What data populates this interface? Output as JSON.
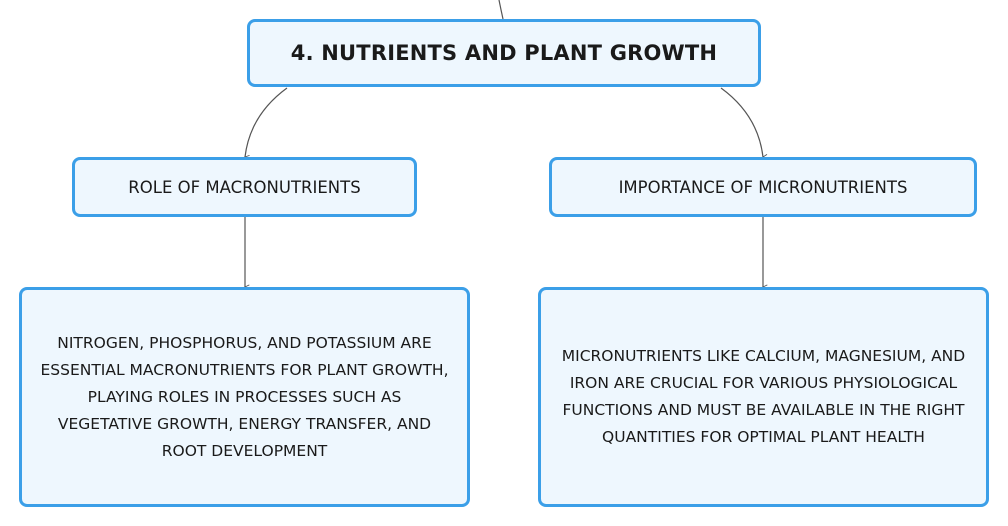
{
  "root": {
    "title": "4. NUTRIENTS AND PLANT GROWTH"
  },
  "branches": [
    {
      "title": "ROLE OF MACRONUTRIENTS",
      "detail": "NITROGEN, PHOSPHORUS, AND POTASSIUM ARE ESSENTIAL MACRONUTRIENTS FOR PLANT GROWTH, PLAYING ROLES IN PROCESSES SUCH AS VEGETATIVE GROWTH, ENERGY TRANSFER, AND ROOT DEVELOPMENT"
    },
    {
      "title": "IMPORTANCE OF MICRONUTRIENTS",
      "detail": "MICRONUTRIENTS LIKE CALCIUM, MAGNESIUM, AND IRON ARE CRUCIAL FOR VARIOUS PHYSIOLOGICAL FUNCTIONS AND MUST BE AVAILABLE IN THE RIGHT QUANTITIES FOR OPTIMAL PLANT HEALTH"
    }
  ],
  "colors": {
    "node_border": "#3b9fe8",
    "node_fill": "#eef7fe",
    "connector": "#555555",
    "text": "#1a1a1a"
  }
}
